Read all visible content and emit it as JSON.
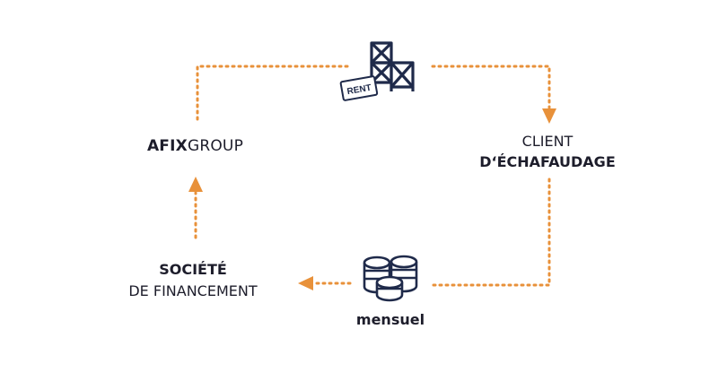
{
  "nodes": {
    "afix": {
      "bold": "AFIX",
      "light": "GROUP"
    },
    "client": {
      "line1": "CLIENT",
      "line2": "D‘ÉCHAFAUDAGE"
    },
    "societe": {
      "line1": "SOCIÉTÉ",
      "line2": "DE FINANCEMENT"
    },
    "mensuel": {
      "label": "mensuel"
    },
    "rent_tag": {
      "label": "RENT"
    }
  },
  "colors": {
    "arrow": "#e8913a",
    "icon": "#1f2a4a",
    "text": "#1d1d2b",
    "background": "#ffffff"
  },
  "icons": [
    "scaffolding-icon",
    "rent-tag-icon",
    "coin-stack-icon"
  ]
}
